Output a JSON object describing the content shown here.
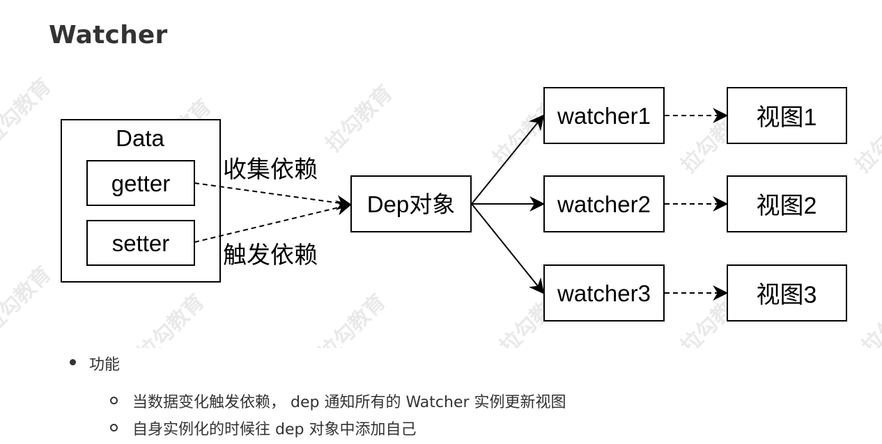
{
  "heading": "Watcher",
  "diagram": {
    "data_box": "Data",
    "getter": "getter",
    "setter": "setter",
    "collect_label": "收集依赖",
    "trigger_label": "触发依赖",
    "dep": "Dep对象",
    "watchers": [
      "watcher1",
      "watcher2",
      "watcher3"
    ],
    "views": [
      "视图1",
      "视图2",
      "视图3"
    ]
  },
  "watermark": "拉勾教育",
  "features": {
    "label": "功能",
    "items": [
      "当数据变化触发依赖， dep 通知所有的 Watcher 实例更新视图",
      "自身实例化的时候往 dep 对象中添加自己"
    ]
  }
}
